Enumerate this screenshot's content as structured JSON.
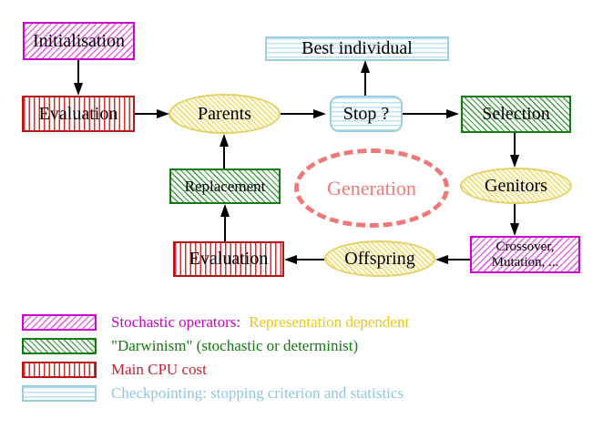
{
  "nodes": {
    "initialisation": "Initialisation",
    "evaluation_top": "Evaluation",
    "parents": "Parents",
    "best_individual": "Best individual",
    "stop": "Stop ?",
    "selection": "Selection",
    "genitors": "Genitors",
    "crossover_line1": "Crossover,",
    "crossover_line2": "Mutation, ...",
    "offspring": "Offspring",
    "evaluation_bottom": "Evaluation",
    "replacement": "Replacement",
    "generation": "Generation"
  },
  "legend": {
    "stochastic_label": "Stochastic operators:",
    "stochastic_suffix": "Representation dependent",
    "darwinism_label": "\"Darwinism\" (stochastic or determinist)",
    "cpu_label": "Main CPU cost",
    "checkpointing_label": "Checkpointing: stopping criterion and statistics"
  },
  "colors": {
    "magenta": "#cc00cc",
    "gold": "#e9c71c",
    "green": "#117a11",
    "red": "#c22233",
    "cyan": "#9ccfdf",
    "salmon": "#ee7979",
    "yellow_border": "#e2d268",
    "arrow_black": "#000000"
  }
}
